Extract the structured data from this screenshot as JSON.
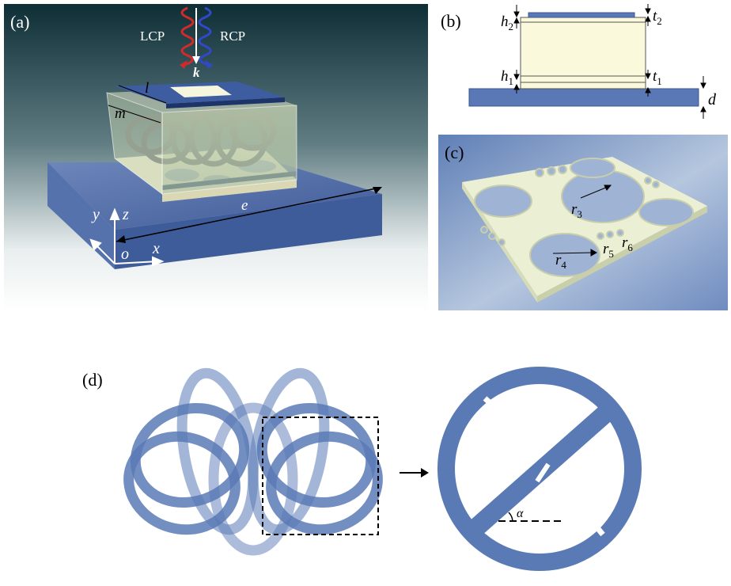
{
  "panels": {
    "a": {
      "label": "(a)",
      "lcp": "LCP",
      "rcp": "RCP",
      "k": "k",
      "l": "l",
      "m": "m",
      "e": "e",
      "y": "y",
      "z": "z",
      "x": "x",
      "o": "o",
      "colors": {
        "background_top": "#0e2e36",
        "background_bottom": "#ffffff",
        "substrate": "#4f6aa3",
        "lcp": "#d12a2a",
        "rcp": "#2f49c9"
      }
    },
    "b": {
      "label": "(b)",
      "h2": "h",
      "h2_sub": "2",
      "t2": "t",
      "t2_sub": "2",
      "h1": "h",
      "h1_sub": "1",
      "t1": "t",
      "t1_sub": "1",
      "d": "d",
      "colors": {
        "plate": "#5b78b6",
        "dielectric": "#fbf9dc"
      }
    },
    "c": {
      "label": "(c)",
      "r3": "r",
      "r3_sub": "3",
      "r4": "r",
      "r4_sub": "4",
      "r5": "r",
      "r5_sub": "5",
      "r6": "r",
      "r6_sub": "6",
      "colors": {
        "plate": "#ebefd3",
        "background": "#7e98c6"
      }
    },
    "d": {
      "label": "(d)",
      "alpha": "α",
      "colors": {
        "ring": "#5a7ab6"
      }
    }
  }
}
